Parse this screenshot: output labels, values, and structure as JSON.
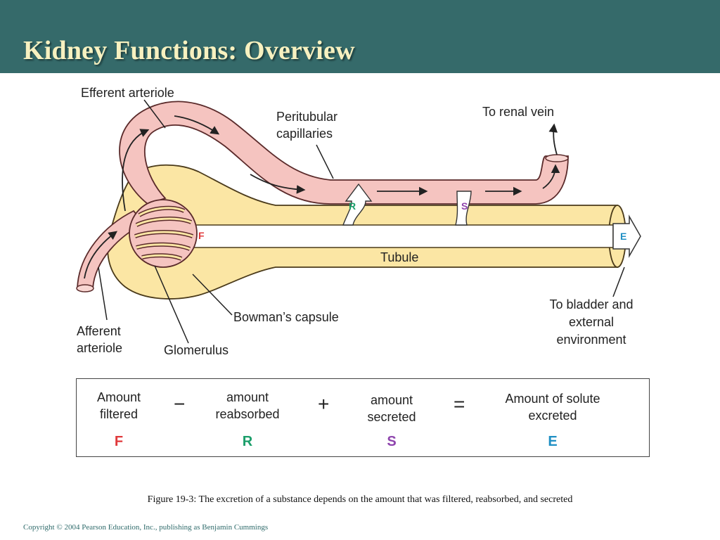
{
  "slide": {
    "title": "Kidney Functions: Overview",
    "caption": "Figure 19-3: The excretion of a substance depends on the amount that was filtered, reabsorbed, and secreted",
    "copyright": "Copyright © 2004 Pearson Education, Inc., publishing as Benjamin Cummings"
  },
  "diagram": {
    "labels": {
      "efferent_arteriole": "Efferent arteriole",
      "peritubular_1": "Peritubular",
      "peritubular_2": "capillaries",
      "to_renal_vein": "To renal vein",
      "tubule": "Tubule",
      "bowmans_capsule": "Bowman’s capsule",
      "afferent_1": "Afferent",
      "afferent_2": "arteriole",
      "glomerulus": "Glomerulus",
      "to_bladder_1": "To bladder and",
      "to_bladder_2": "external",
      "to_bladder_3": "environment"
    },
    "tags": {
      "F": "F",
      "R": "R",
      "S": "S",
      "E": "E"
    }
  },
  "equation": {
    "filtered_1": "Amount",
    "filtered_2": "filtered",
    "minus": "−",
    "reabsorbed_1": "amount",
    "reabsorbed_2": "reabsorbed",
    "plus": "+",
    "secreted_1": "amount",
    "secreted_2": "secreted",
    "equals": "=",
    "excreted_1": "Amount of solute",
    "excreted_2": "excreted",
    "F": "F",
    "R": "R",
    "S": "S",
    "E": "E"
  },
  "colors": {
    "title_bar": "#356a6a",
    "title_text": "#f7f1c0",
    "vessel": "#f5c4c0",
    "capsule": "#fbe6a4",
    "F": "#e0393b",
    "R": "#1b9e6a",
    "S": "#8e44ad",
    "E": "#1f8fc4"
  }
}
